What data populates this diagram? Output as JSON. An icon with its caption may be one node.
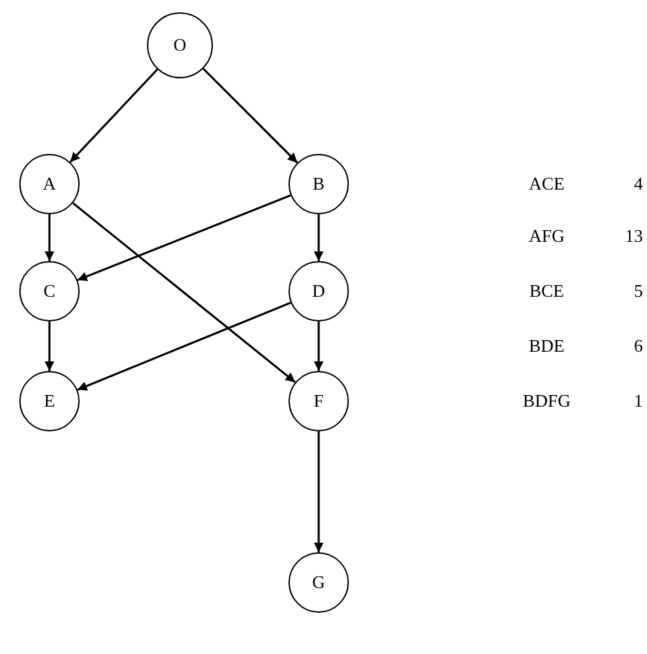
{
  "diagram": {
    "nodes": [
      {
        "text": [
          "O"
        ]
      },
      {
        "text": [
          "A"
        ]
      },
      {
        "text": [
          "B"
        ]
      },
      {
        "text": [
          "C"
        ]
      },
      {
        "text": [
          "D"
        ]
      },
      {
        "text": [
          "E"
        ]
      },
      {
        "text": [
          "F"
        ]
      },
      {
        "text": [
          "G"
        ]
      }
    ],
    "edges": [
      {
        "from": 0,
        "to": 1,
        "arrow": "to"
      },
      {
        "from": 0,
        "to": 2,
        "arrow": "to"
      },
      {
        "from": 1,
        "to": 3,
        "arrow": "to"
      },
      {
        "from": 1,
        "to": 6,
        "arrow": "to"
      },
      {
        "from": 2,
        "to": 3,
        "arrow": "to"
      },
      {
        "from": 2,
        "to": 4,
        "arrow": "to"
      },
      {
        "from": 3,
        "to": 5,
        "arrow": "to"
      },
      {
        "from": 4,
        "to": 5,
        "arrow": "to"
      },
      {
        "from": 4,
        "to": 6,
        "arrow": "to"
      },
      {
        "from": 6,
        "to": 7,
        "arrow": "to"
      }
    ],
    "labels": [
      "ACE",
      "4",
      "AFG",
      "13",
      "BCE",
      "5",
      "BDE",
      "6",
      "BDFG",
      "1"
    ]
  }
}
